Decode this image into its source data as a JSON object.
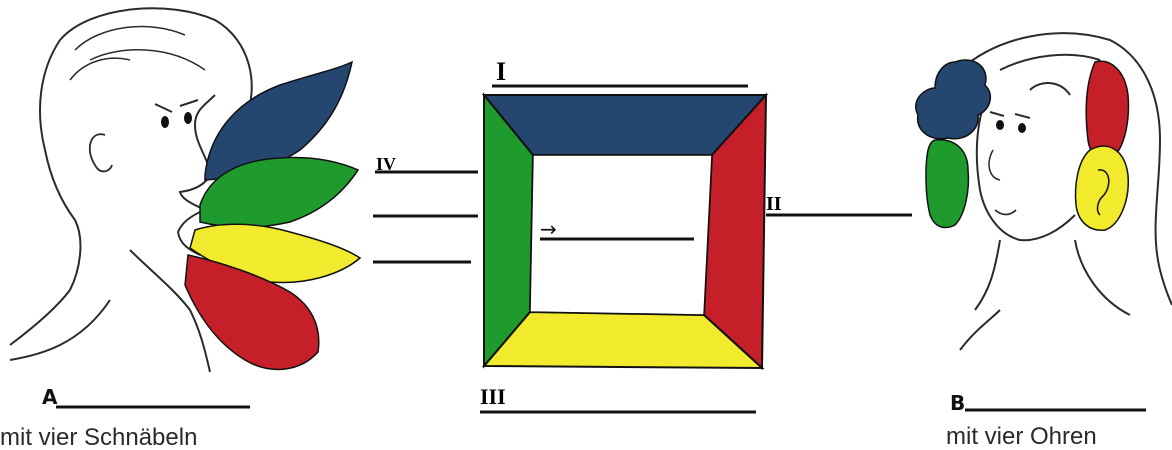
{
  "colors": {
    "blue": "#24466f",
    "green": "#1f9a2c",
    "yellow": "#f2ea2c",
    "red": "#c51f2a",
    "line": "#111111",
    "sketch": "#2b2b2b"
  },
  "labels": {
    "top": "I",
    "right": "II",
    "bottom": "III",
    "left": "IV",
    "center_arrow": "→"
  },
  "speaker": {
    "letter": "A",
    "caption": "mit vier Schnäbeln"
  },
  "listener": {
    "letter": "B",
    "caption": "mit vier Ohren"
  }
}
